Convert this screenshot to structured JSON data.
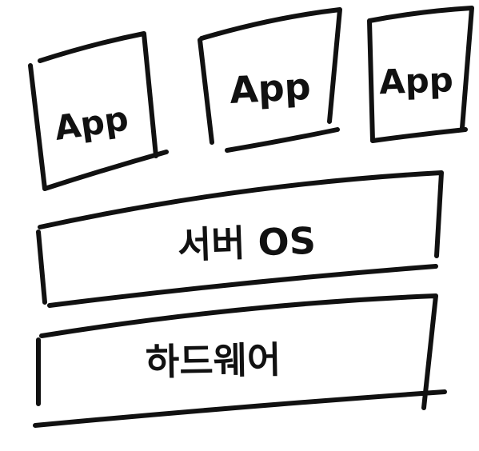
{
  "diagram": {
    "apps": [
      {
        "label": "App"
      },
      {
        "label": "App"
      },
      {
        "label": "App"
      }
    ],
    "os_layer": {
      "label": "서버 OS"
    },
    "hardware_layer": {
      "label": "하드웨어"
    }
  },
  "colors": {
    "ink": "#111111",
    "background": "#ffffff"
  }
}
